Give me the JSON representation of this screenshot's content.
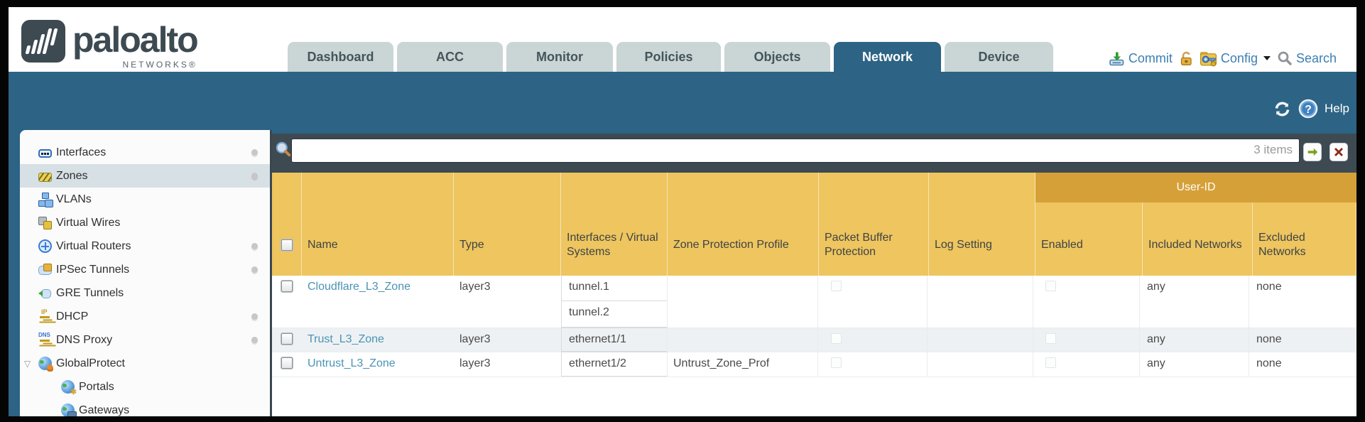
{
  "brand": {
    "wordmark": "paloalto",
    "sub": "NETWORKS®"
  },
  "tabs": [
    {
      "label": "Dashboard",
      "active": false
    },
    {
      "label": "ACC",
      "active": false
    },
    {
      "label": "Monitor",
      "active": false
    },
    {
      "label": "Policies",
      "active": false
    },
    {
      "label": "Objects",
      "active": false
    },
    {
      "label": "Network",
      "active": true
    },
    {
      "label": "Device",
      "active": false
    }
  ],
  "toolbar": {
    "commit_label": "Commit",
    "config_label": "Config",
    "search_label": "Search"
  },
  "band": {
    "help_label": "Help"
  },
  "sidebar": {
    "items": [
      {
        "label": "Interfaces",
        "icon": "interfaces-icon",
        "dot": true
      },
      {
        "label": "Zones",
        "icon": "zones-icon",
        "dot": true,
        "selected": true
      },
      {
        "label": "VLANs",
        "icon": "vlans-icon"
      },
      {
        "label": "Virtual Wires",
        "icon": "virtual-wires-icon"
      },
      {
        "label": "Virtual Routers",
        "icon": "virtual-routers-icon",
        "dot": true
      },
      {
        "label": "IPSec Tunnels",
        "icon": "ipsec-tunnels-icon",
        "dot": true
      },
      {
        "label": "GRE Tunnels",
        "icon": "gre-tunnels-icon"
      },
      {
        "label": "DHCP",
        "icon": "dhcp-icon",
        "dot": true
      },
      {
        "label": "DNS Proxy",
        "icon": "dns-proxy-icon",
        "dot": true
      },
      {
        "label": "GlobalProtect",
        "icon": "globalprotect-icon",
        "expandable": true
      },
      {
        "label": "Portals",
        "icon": "portals-icon",
        "indent": true
      },
      {
        "label": "Gateways",
        "icon": "gateways-icon",
        "indent": true
      }
    ]
  },
  "filter": {
    "value": "",
    "placeholder": "",
    "count": "3 items"
  },
  "table": {
    "group_header": "User-ID",
    "columns": [
      "Name",
      "Type",
      "Interfaces / Virtual Systems",
      "Zone Protection Profile",
      "Packet Buffer Protection",
      "Log Setting",
      "Enabled",
      "Included Networks",
      "Excluded Networks"
    ],
    "rows": [
      {
        "name": "Cloudflare_L3_Zone",
        "type": "layer3",
        "interfaces": [
          "tunnel.1",
          "tunnel.2"
        ],
        "zone_protection_profile": "",
        "packet_buffer_protection": false,
        "log_setting": "",
        "enabled": false,
        "included_networks": "any",
        "excluded_networks": "none"
      },
      {
        "name": "Trust_L3_Zone",
        "type": "layer3",
        "interfaces": [
          "ethernet1/1"
        ],
        "zone_protection_profile": "",
        "packet_buffer_protection": false,
        "log_setting": "",
        "enabled": false,
        "included_networks": "any",
        "excluded_networks": "none"
      },
      {
        "name": "Untrust_L3_Zone",
        "type": "layer3",
        "interfaces": [
          "ethernet1/2"
        ],
        "zone_protection_profile": "Untrust_Zone_Prof",
        "packet_buffer_protection": false,
        "log_setting": "",
        "enabled": false,
        "included_networks": "any",
        "excluded_networks": "none"
      }
    ]
  },
  "colors": {
    "teal": "#2d6384",
    "slate": "#3e4a52",
    "amber": "#eec55e",
    "amber_dark": "#d6a039",
    "link": "#4a94b4"
  }
}
